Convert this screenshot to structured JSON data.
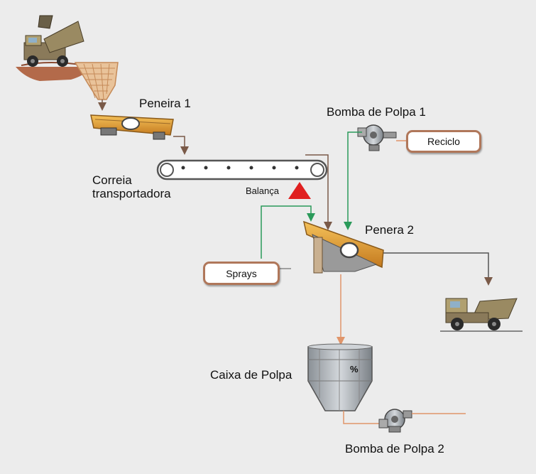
{
  "labels": {
    "peneira1": "Peneira 1",
    "correia": "Correia",
    "transportadora": "transportadora",
    "balanca": "Balança",
    "bomba1": "Bomba de Polpa 1",
    "penera2": "Penera 2",
    "caixa": "Caixa de Polpa",
    "bomba2": "Bomba de Polpa 2",
    "percent": "%"
  },
  "boxes": {
    "reciclo": "Reciclo",
    "sprays": "Sprays"
  },
  "colors": {
    "background": "#ececec",
    "screen_body": "#e8a33a",
    "belt_line": "#555555",
    "feed_arrow": "#7a5a48",
    "water_line": "#2a9a5a",
    "slurry_line": "#e0956a",
    "box_border": "#b0775a",
    "scale_triangle": "#e02020"
  },
  "icons": [
    "dump-truck-icon",
    "hopper-icon",
    "vibrating-screen-icon",
    "conveyor-belt-icon",
    "scale-icon",
    "slurry-pump-icon",
    "pump-box-icon",
    "haul-truck-icon"
  ]
}
